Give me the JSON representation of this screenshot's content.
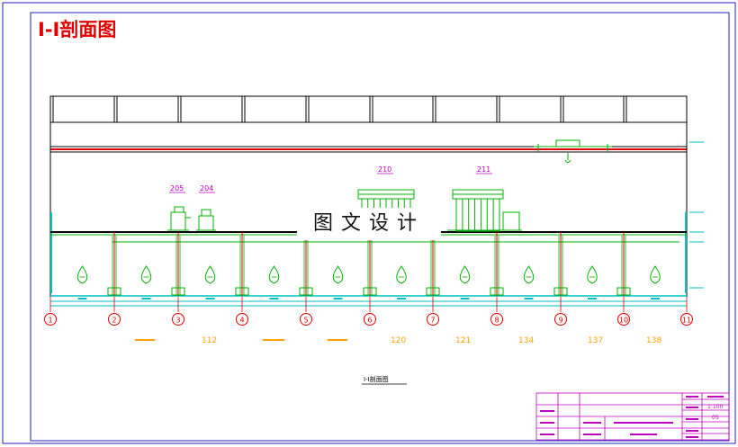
{
  "title": "Ⅰ-Ⅰ剖面图",
  "section_caption": "I-I剖面图",
  "equipment_labels": [
    "205",
    "204",
    "210",
    "211"
  ],
  "axis_labels": [
    "1",
    "2",
    "3",
    "4",
    "5",
    "6",
    "7",
    "8",
    "9",
    "10",
    "11"
  ],
  "room_numbers": [
    "112",
    "120",
    "121",
    "134",
    "137",
    "138"
  ],
  "watermark": "图文设计",
  "title_block": {
    "scale_value": "1:100",
    "sheet_no": "05"
  },
  "colors": {
    "border": "#2020c0",
    "title": "#e00000",
    "structure": "#000000",
    "equipment": "#00b000",
    "floor_line": "#00c0c0",
    "axis": "#e00000",
    "room_label": "#ffa000",
    "label_purple": "#c000c0",
    "title_block": "#c000c0"
  }
}
